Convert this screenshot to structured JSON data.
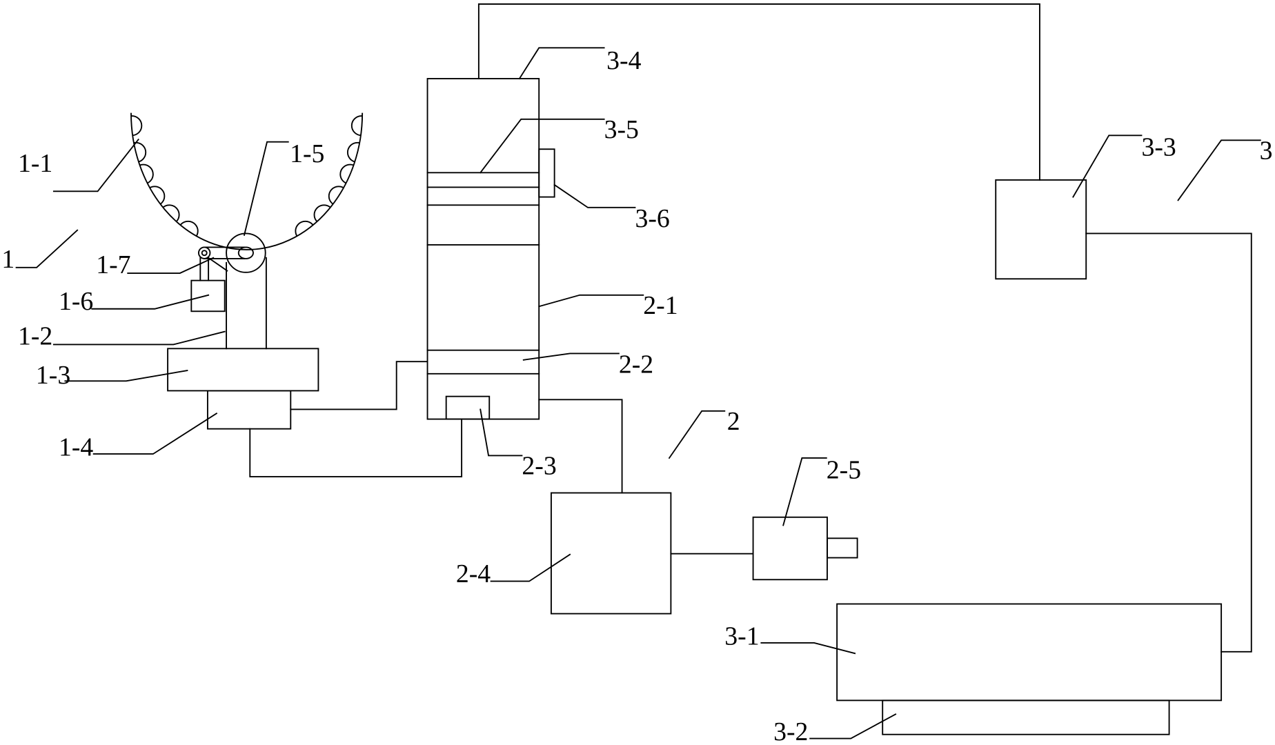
{
  "colors": {
    "line": "#000000",
    "background": "#ffffff"
  },
  "labels": {
    "c1": "1",
    "c1_1": "1-1",
    "c1_2": "1-2",
    "c1_3": "1-3",
    "c1_4": "1-4",
    "c1_5": "1-5",
    "c1_6": "1-6",
    "c1_7": "1-7",
    "c2": "2",
    "c2_1": "2-1",
    "c2_2": "2-2",
    "c2_3": "2-3",
    "c2_4": "2-4",
    "c2_5": "2-5",
    "c3": "3",
    "c3_1": "3-1",
    "c3_2": "3-2",
    "c3_3": "3-3",
    "c3_4": "3-4",
    "c3_5": "3-5",
    "c3_6": "3-6"
  }
}
